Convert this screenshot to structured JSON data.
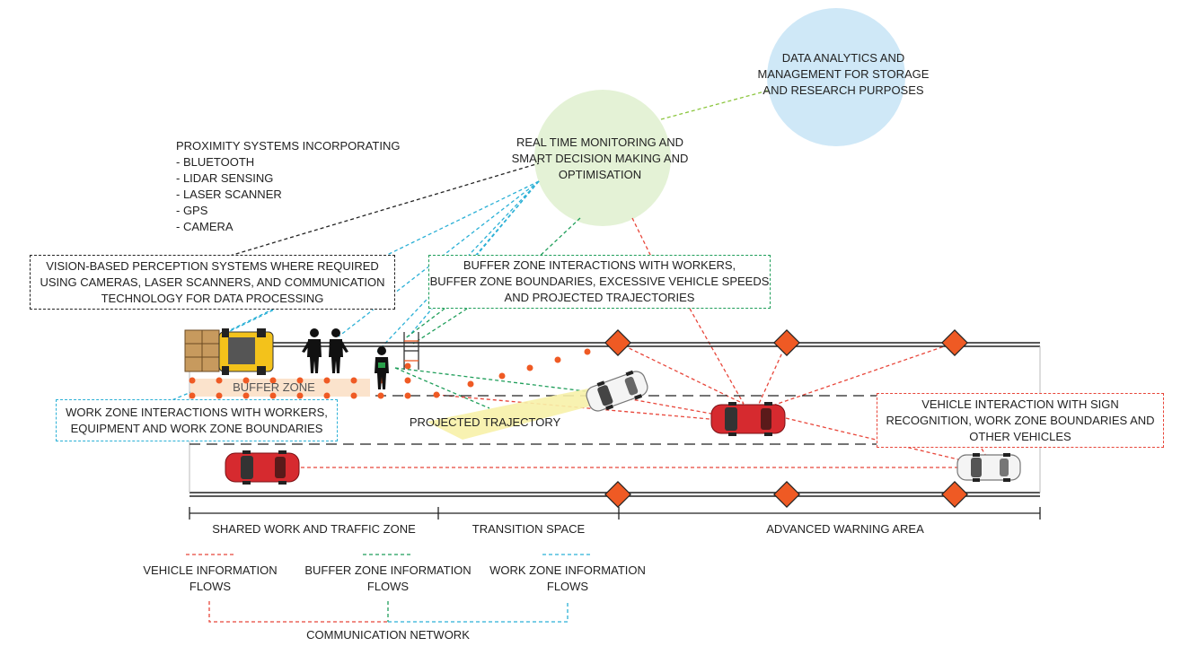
{
  "nodes": {
    "data_analytics": "DATA ANALYTICS AND\nMANAGEMENT FOR STORAGE\nAND RESEARCH PURPOSES",
    "real_time": "REAL TIME MONITORING AND\nSMART DECISION MAKING AND\nOPTIMISATION",
    "proximity": "PROXIMITY SYSTEMS INCORPORATING\n- BLUETOOTH\n- LIDAR SENSING\n- LASER SCANNER\n- GPS\n- CAMERA"
  },
  "boxes": {
    "vision": "VISION-BASED PERCEPTION SYSTEMS WHERE REQUIRED\nUSING CAMERAS, LASER SCANNERS, AND COMMUNICATION\nTECHNOLOGY FOR DATA PROCESSING",
    "buffer_interactions": "BUFFER ZONE INTERACTIONS WITH WORKERS,\nBUFFER ZONE BOUNDARIES, EXCESSIVE VEHICLE SPEEDS\nAND PROJECTED TRAJECTORIES",
    "work_zone": "WORK ZONE INTERACTIONS WITH WORKERS,\nEQUIPMENT AND WORK ZONE BOUNDARIES",
    "vehicle_interaction": "VEHICLE INTERACTION WITH SIGN\nRECOGNITION, WORK ZONE BOUNDARIES AND\nOTHER VEHICLES"
  },
  "road": {
    "buffer_zone": "BUFFER ZONE",
    "projected_trajectory": "PROJECTED TRAJECTORY"
  },
  "zones": {
    "shared": "SHARED WORK AND TRAFFIC ZONE",
    "transition": "TRANSITION SPACE",
    "advanced": "ADVANCED WARNING AREA"
  },
  "legend": {
    "vehicle": "VEHICLE INFORMATION\nFLOWS",
    "buffer": "BUFFER ZONE INFORMATION\nFLOWS",
    "work": "WORK ZONE INFORMATION\nFLOWS",
    "network": "COMMUNICATION NETWORK"
  },
  "colors": {
    "vehicle_flow": "#e8463a",
    "buffer_flow": "#1f9e5a",
    "work_flow": "#2bb0d6",
    "analytics_flow": "#8cc63f",
    "sign": "#ef5a24",
    "car": "#d62a2f"
  }
}
